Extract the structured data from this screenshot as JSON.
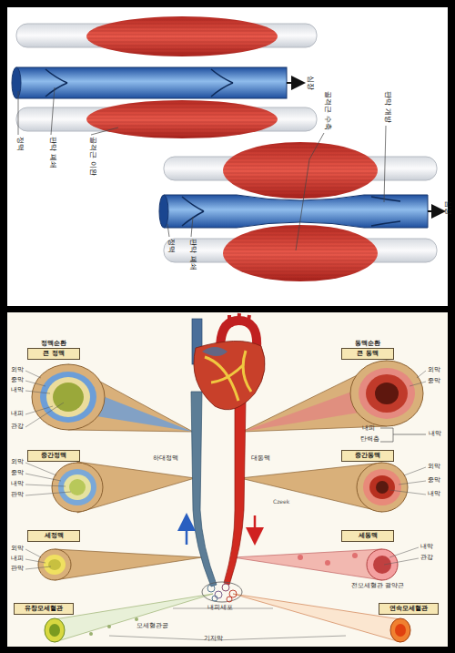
{
  "diagram": {
    "nodes": [
      {
        "text": [
          "정맥순환",
          "큰 정맥"
        ]
      },
      {
        "text": [
          "동맥순환",
          "큰 동맥"
        ]
      },
      {
        "text": [
          "중간정맥"
        ]
      },
      {
        "text": [
          "중간동맥"
        ]
      },
      {
        "text": [
          "세정맥"
        ]
      },
      {
        "text": [
          "세동맥"
        ]
      },
      {
        "text": [
          "유창모세혈관"
        ]
      },
      {
        "text": [
          "연속모세혈관"
        ]
      }
    ],
    "labels": [
      "심장",
      "정맥",
      "판막 폐쇄",
      "골격근 이완",
      "심장",
      "판막 개방",
      "골격근 수축",
      "판막 폐쇄",
      "정맥",
      "외막",
      "중막",
      "내막",
      "내피",
      "관강",
      "하대정맥",
      "외막",
      "중막",
      "내막",
      "판막",
      "외막",
      "내피",
      "판막",
      "모세혈관공",
      "외막",
      "중막",
      "내피",
      "탄력층",
      "내막",
      "대동맥",
      "외막",
      "중막",
      "내막",
      "Czeek",
      "내막",
      "관강",
      "전모세혈관 괄약근",
      "내피세포",
      "기저막"
    ]
  }
}
